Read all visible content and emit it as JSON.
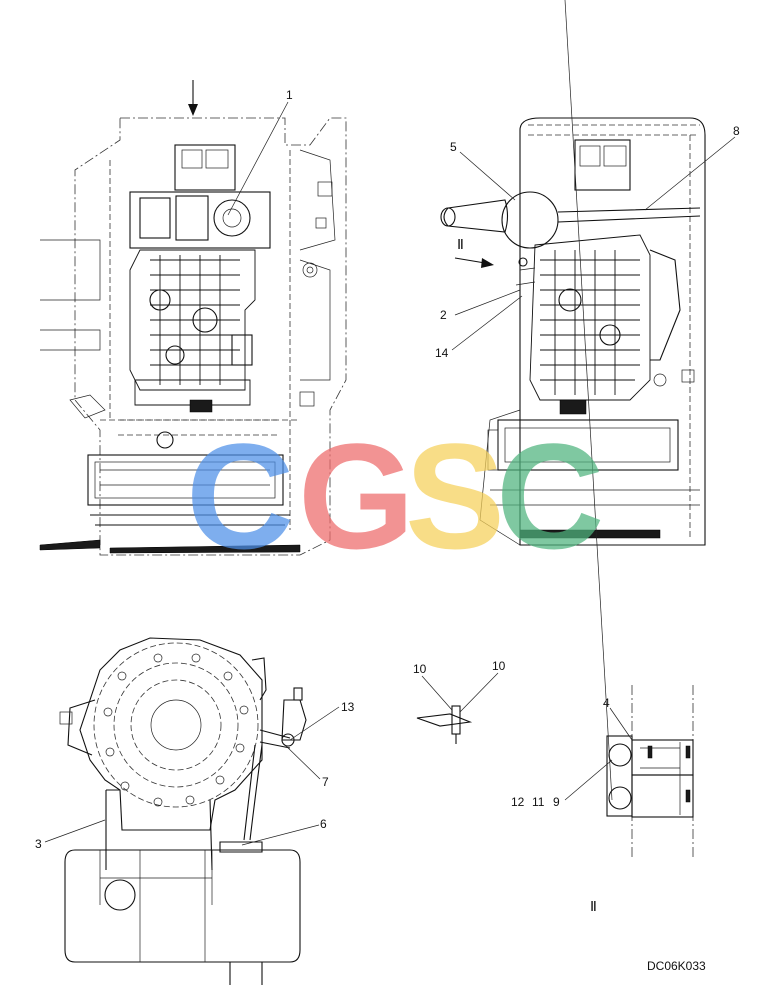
{
  "callouts": {
    "c1": "1",
    "c2": "2",
    "c3": "3",
    "c4": "4",
    "c5": "5",
    "c6": "6",
    "c7": "7",
    "c8": "8",
    "c9": "9",
    "c10a": "10",
    "c10b": "10",
    "c11": "11",
    "c12": "12",
    "c13": "13",
    "c14": "14"
  },
  "view_labels": {
    "detail_arrow_top_right": "Ⅱ",
    "detail_view_label": "Ⅱ"
  },
  "drawing_code": "DC06K033",
  "watermark": {
    "letters": [
      "C",
      "G",
      "S",
      "C"
    ],
    "colors": [
      "#4d8fe8",
      "#ee6a6a",
      "#f6d15a",
      "#4fb47e"
    ]
  }
}
